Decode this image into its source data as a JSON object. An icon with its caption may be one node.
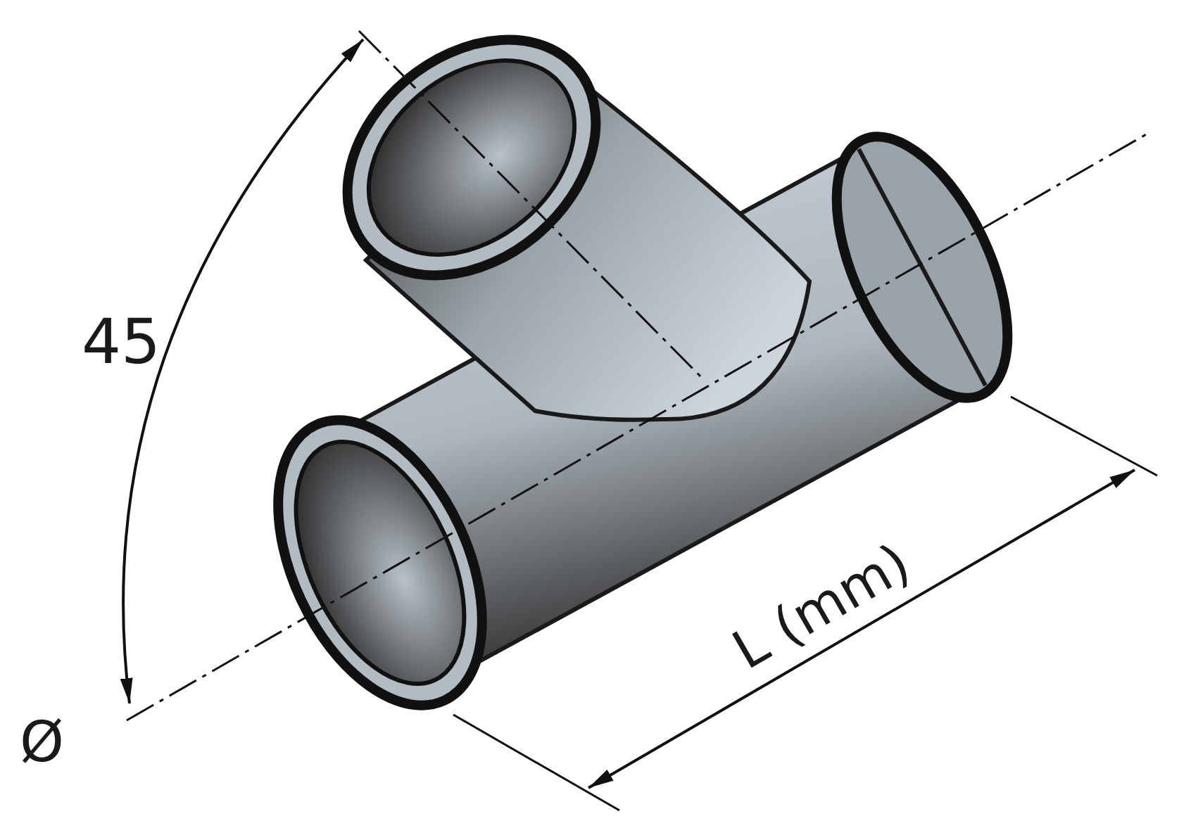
{
  "diagram": {
    "labels": [
      "45",
      "L (mm)",
      "Ø"
    ]
  }
}
